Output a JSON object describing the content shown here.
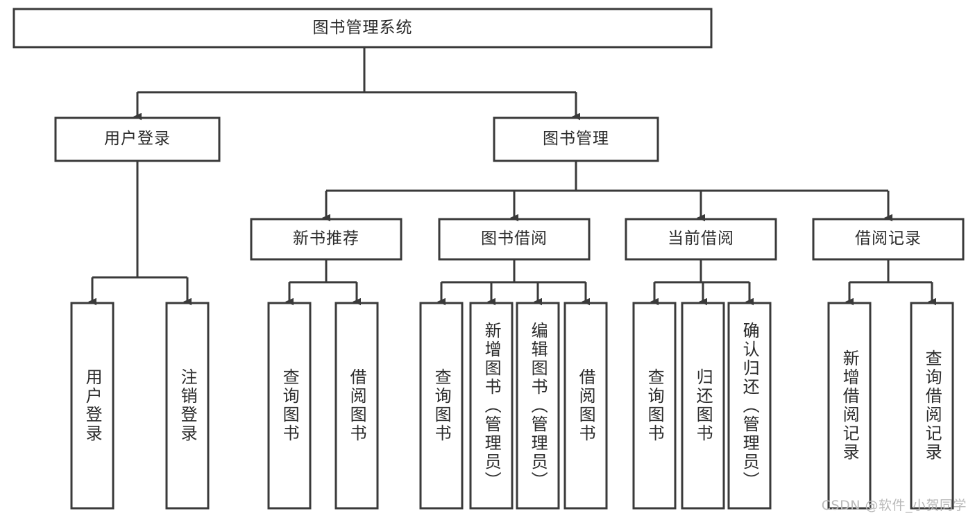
{
  "diagram": {
    "type": "tree",
    "title": "图书管理系统",
    "orientation": "top-down",
    "levels": 4,
    "root": {
      "id": "root",
      "label": "图书管理系统",
      "orientation": "horizontal"
    },
    "level2": [
      {
        "id": "user-login",
        "label": "用户登录",
        "orientation": "horizontal"
      },
      {
        "id": "book-management",
        "label": "图书管理",
        "orientation": "horizontal"
      }
    ],
    "level3": [
      {
        "id": "new-book-recommend",
        "label": "新书推荐",
        "orientation": "horizontal",
        "parent": "book-management"
      },
      {
        "id": "book-borrow",
        "label": "图书借阅",
        "orientation": "horizontal",
        "parent": "book-management"
      },
      {
        "id": "current-borrow",
        "label": "当前借阅",
        "orientation": "horizontal",
        "parent": "book-management"
      },
      {
        "id": "borrow-record",
        "label": "借阅记录",
        "orientation": "horizontal",
        "parent": "book-management"
      }
    ],
    "leaves": [
      {
        "id": "leaf-user-login",
        "label": "用户登录",
        "parent": "user-login",
        "orientation": "vertical"
      },
      {
        "id": "leaf-user-logout",
        "label": "注销登录",
        "parent": "user-login",
        "orientation": "vertical"
      },
      {
        "id": "leaf-query-book-1",
        "label": "查询图书",
        "parent": "new-book-recommend",
        "orientation": "vertical"
      },
      {
        "id": "leaf-borrow-book-1",
        "label": "借阅图书",
        "parent": "new-book-recommend",
        "orientation": "vertical"
      },
      {
        "id": "leaf-query-book-2",
        "label": "查询图书",
        "parent": "book-borrow",
        "orientation": "vertical"
      },
      {
        "id": "leaf-add-book",
        "label": "新增图书（管理员）",
        "parent": "book-borrow",
        "orientation": "vertical"
      },
      {
        "id": "leaf-edit-book",
        "label": "编辑图书（管理员）",
        "parent": "book-borrow",
        "orientation": "vertical"
      },
      {
        "id": "leaf-borrow-book-2",
        "label": "借阅图书",
        "parent": "book-borrow",
        "orientation": "vertical"
      },
      {
        "id": "leaf-query-book-3",
        "label": "查询图书",
        "parent": "current-borrow",
        "orientation": "vertical"
      },
      {
        "id": "leaf-return-book",
        "label": "归还图书",
        "parent": "current-borrow",
        "orientation": "vertical"
      },
      {
        "id": "leaf-confirm-return",
        "label": "确认归还（管理员）",
        "parent": "current-borrow",
        "orientation": "vertical"
      },
      {
        "id": "leaf-add-record",
        "label": "新增借阅记录",
        "parent": "borrow-record",
        "orientation": "vertical"
      },
      {
        "id": "leaf-query-record",
        "label": "查询借阅记录",
        "parent": "borrow-record",
        "orientation": "vertical"
      }
    ],
    "colors": {
      "box_stroke": "#3a3a3a",
      "box_fill": "#ffffff",
      "connector": "#3a3a3a",
      "text": "#2b2b2b",
      "background": "#ffffff",
      "watermark": "#b9b9b9"
    }
  },
  "watermark": {
    "text": "CSDN @软件_小贺同学"
  }
}
